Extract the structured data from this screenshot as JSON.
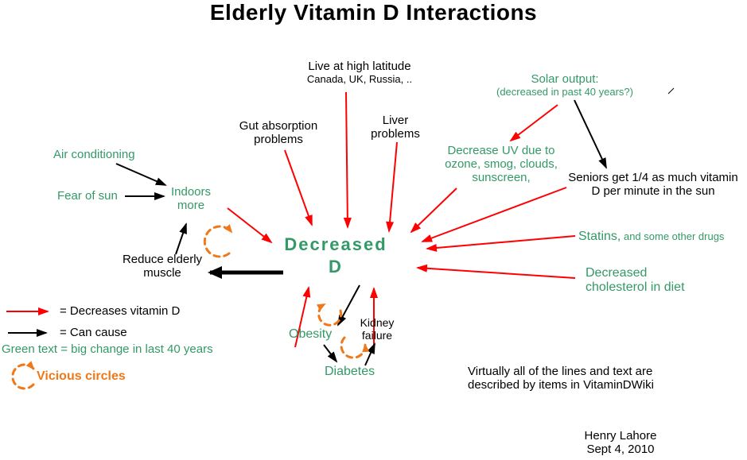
{
  "title": "Elderly Vitamin D Interactions",
  "colors": {
    "green": "#339966",
    "red": "#ff0000",
    "orange": "#f07818",
    "black": "#000000",
    "background": "#ffffff"
  },
  "nodes": {
    "live_latitude": {
      "line1": "Live at high latitude",
      "line2": "Canada, UK, Russia, .."
    },
    "solar_output": {
      "line1": "Solar output:",
      "line2": "(decreased in past 40 years?)"
    },
    "gut": {
      "line1": "Gut absorption",
      "line2": "problems"
    },
    "liver": {
      "line1": "Liver",
      "line2": "problems"
    },
    "decrease_uv": {
      "line1": "Decrease UV due to",
      "line2": "ozone, smog, clouds,",
      "line3": "sunscreen,"
    },
    "seniors": {
      "line1": "Seniors get 1/4 as much vitamin",
      "line2": "D per minute in the sun"
    },
    "air_conditioning": {
      "label": "Air conditioning"
    },
    "fear_of_sun": {
      "label": "Fear of sun"
    },
    "indoors": {
      "line1": "Indoors",
      "line2": "more"
    },
    "reduce_muscle": {
      "line1": "Reduce elderly",
      "line2": "muscle"
    },
    "statins": {
      "main": "Statins,",
      "sub": " and some other drugs"
    },
    "cholesterol": {
      "line1": "Decreased",
      "line2": "cholesterol in diet"
    },
    "decreased_d": {
      "line1": "Decreased",
      "line2": "D"
    },
    "obesity": {
      "label": "Obesity"
    },
    "kidney": {
      "line1": "Kidney",
      "line2": "failure"
    },
    "diabetes": {
      "label": "Diabetes"
    }
  },
  "legend": {
    "red_arrow": "= Decreases vitamin D",
    "black_arrow": "= Can cause",
    "green_text": "Green text = big change in last 40 years",
    "vicious": "Vicious circles"
  },
  "notes": {
    "wiki_line1": "Virtually all of the lines and text are",
    "wiki_line2": "described by items in VitaminDWiki",
    "author_line1": "Henry Lahore",
    "author_line2": "Sept 4, 2010"
  }
}
